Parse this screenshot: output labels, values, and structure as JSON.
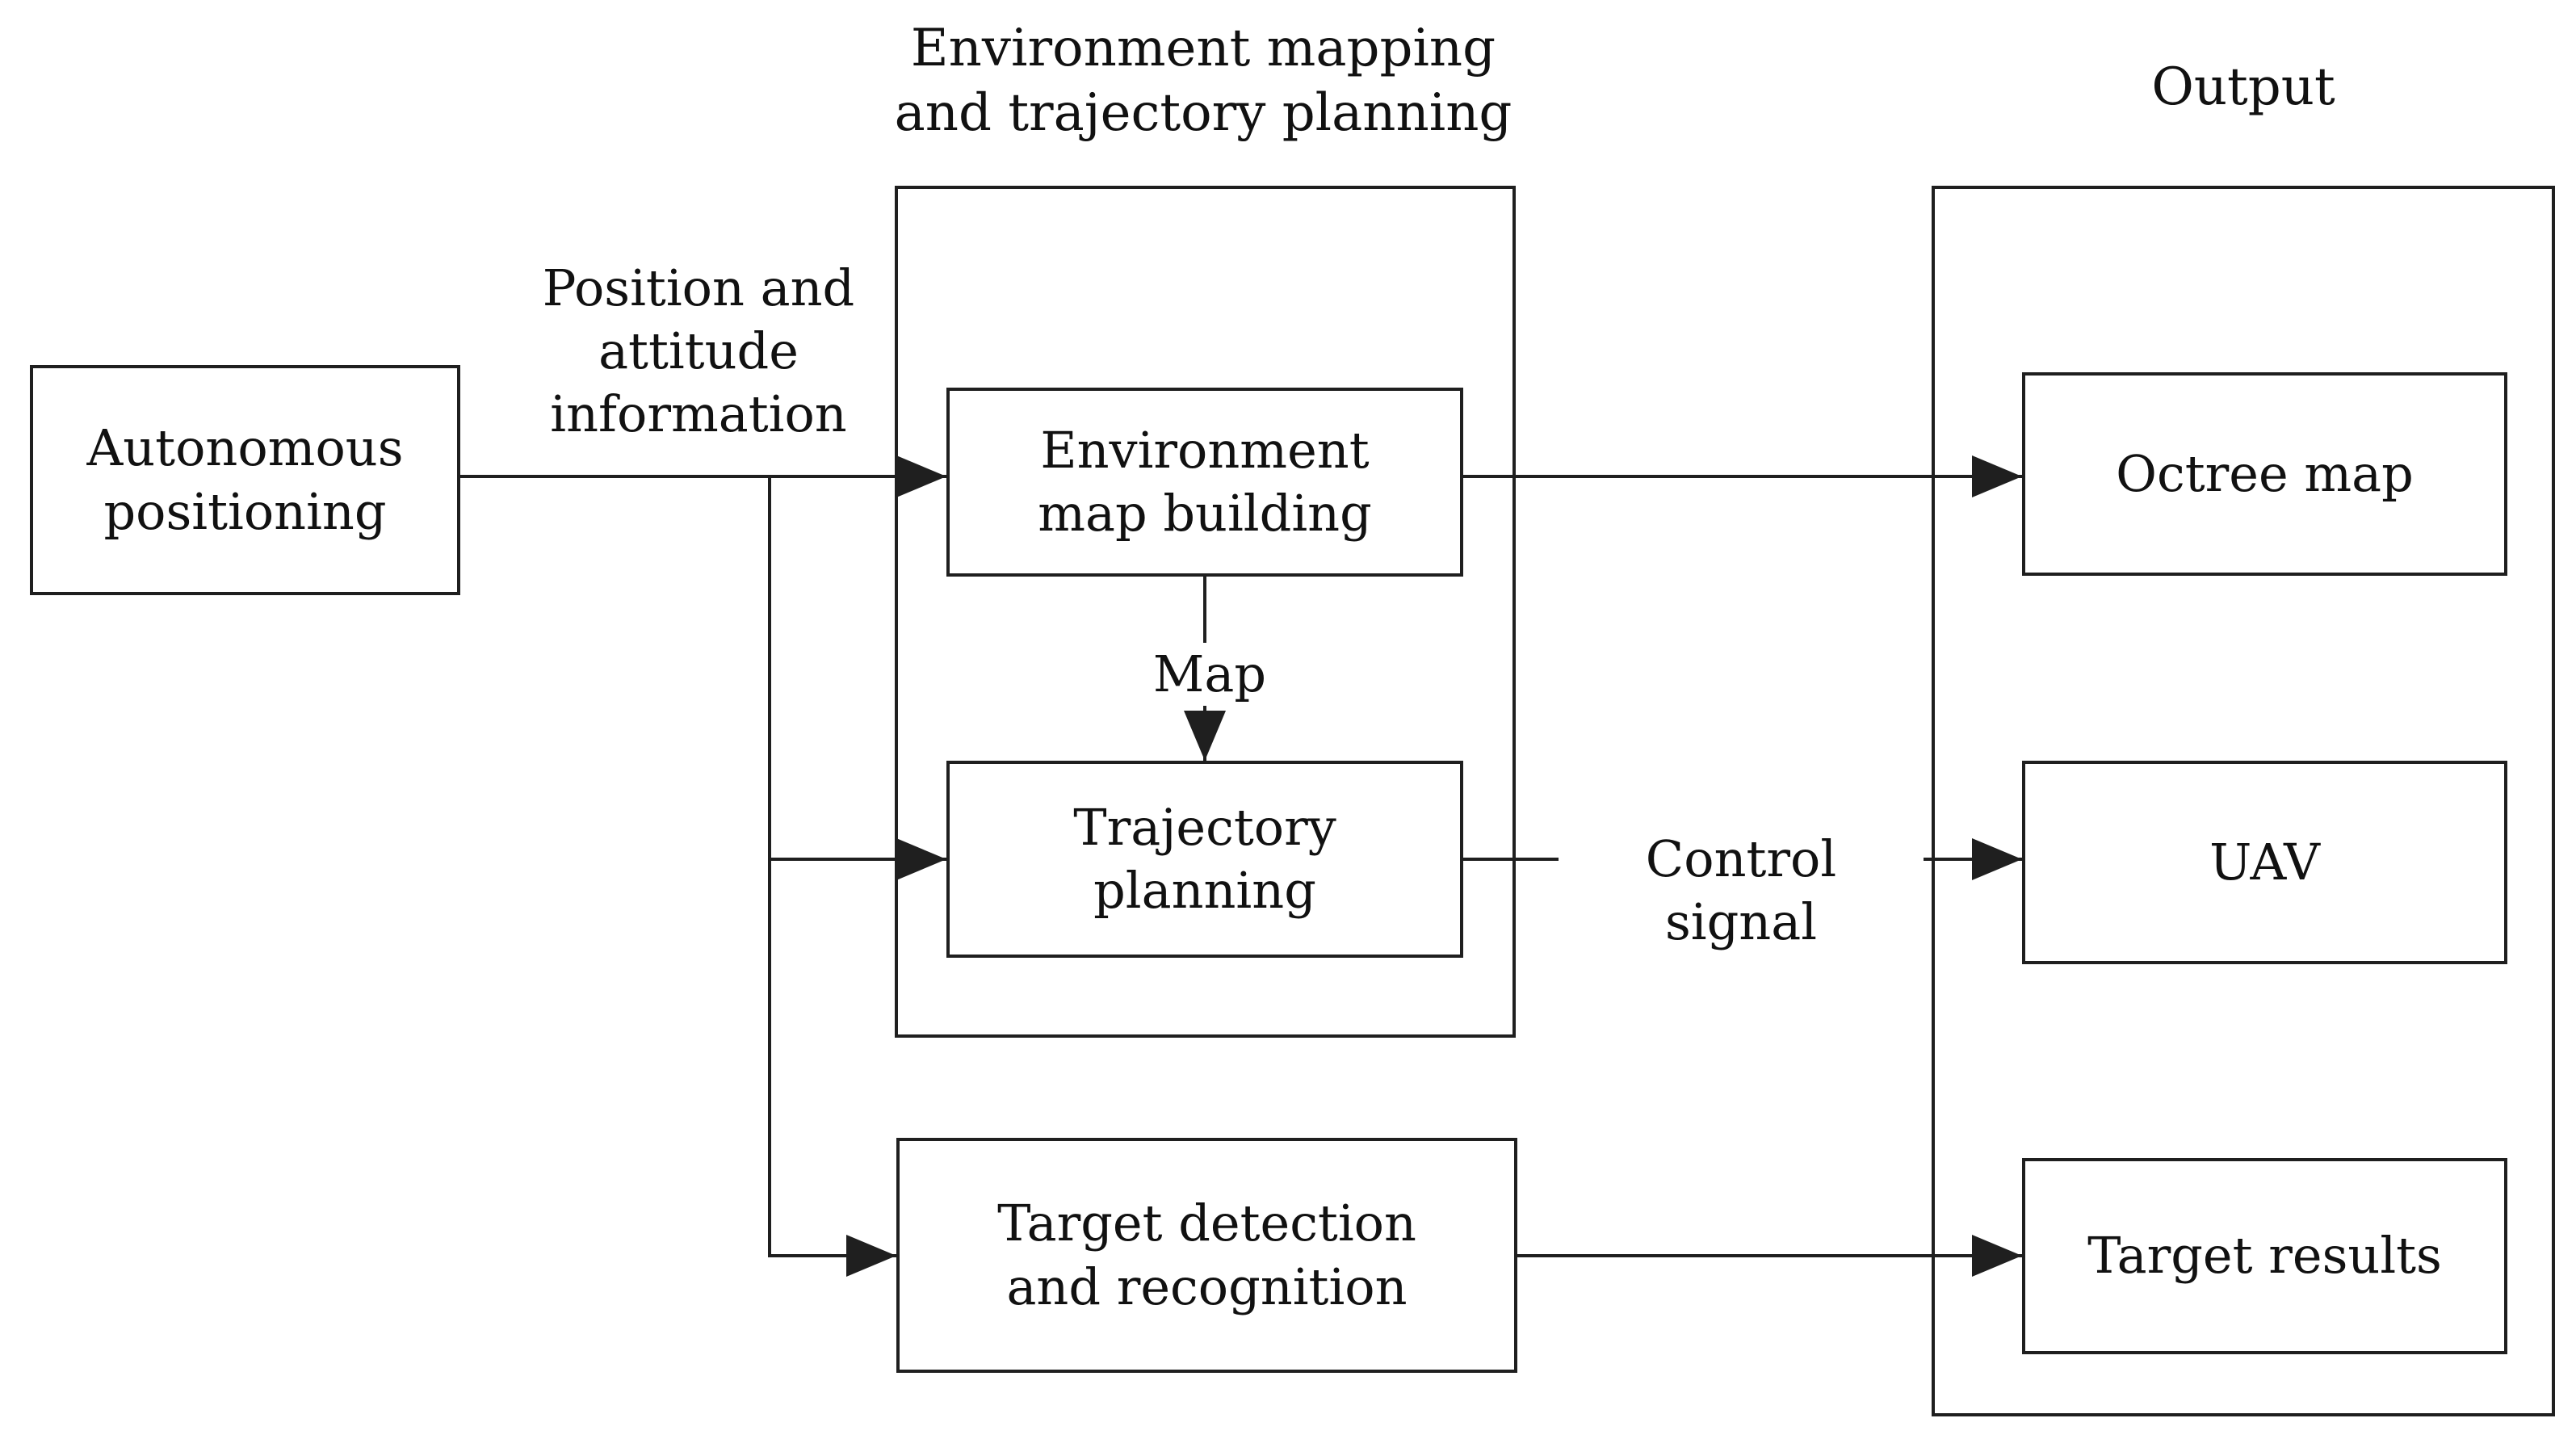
{
  "diagram": {
    "titles": {
      "env_group": "Environment mapping and trajectory planning",
      "output_group": "Output"
    },
    "nodes": {
      "autonomous_positioning": "Autonomous positioning",
      "environment_map_building": "Environment map building",
      "trajectory_planning": "Trajectory planning",
      "target_detection": "Target detection and recognition",
      "octree_map": "Octree map",
      "uav": "UAV",
      "target_results": "Target results"
    },
    "edge_labels": {
      "position_attitude": "Position and attitude information",
      "map": "Map",
      "control_signal": "Control signal"
    },
    "connections": [
      {
        "from": "autonomous_positioning",
        "to": "environment_map_building",
        "label": "Position and attitude information"
      },
      {
        "from": "autonomous_positioning",
        "to": "trajectory_planning",
        "label": "Position and attitude information"
      },
      {
        "from": "autonomous_positioning",
        "to": "target_detection",
        "label": "Position and attitude information"
      },
      {
        "from": "environment_map_building",
        "to": "trajectory_planning",
        "label": "Map"
      },
      {
        "from": "environment_map_building",
        "to": "octree_map",
        "label": ""
      },
      {
        "from": "trajectory_planning",
        "to": "uav",
        "label": "Control signal"
      },
      {
        "from": "target_detection",
        "to": "target_results",
        "label": ""
      }
    ],
    "colors": {
      "line": "#1f1f1f",
      "text": "#111111",
      "background": "#ffffff"
    }
  }
}
